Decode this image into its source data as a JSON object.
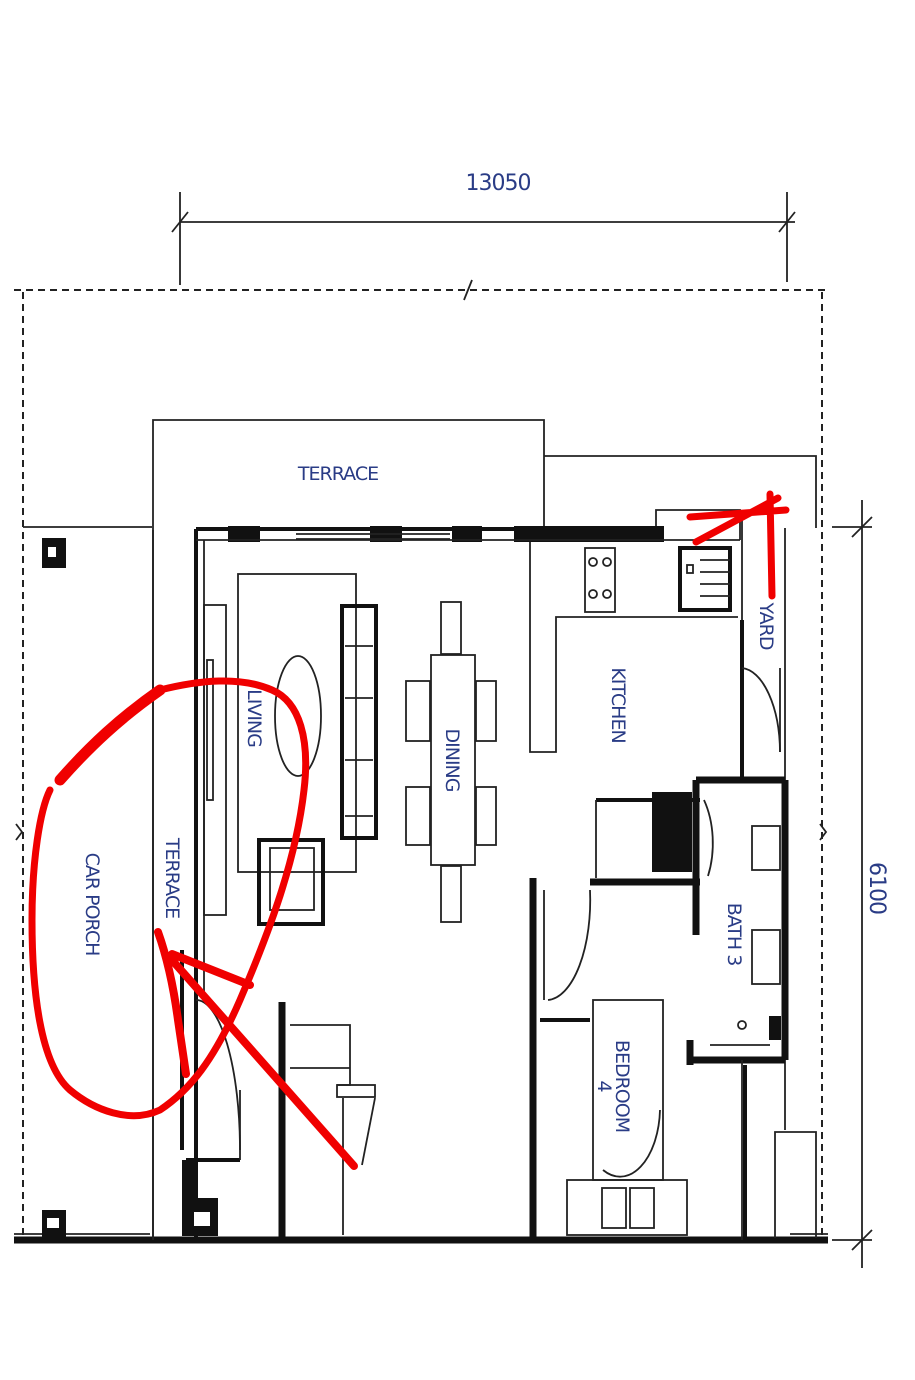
{
  "plan": {
    "dimensions": {
      "width": "13050",
      "depth": "6100"
    },
    "rooms": {
      "terrace_top": "TERRACE",
      "living": "LIVING",
      "dining": "DINING",
      "kitchen": "KITCHEN",
      "yard": "YARD",
      "car_porch": "CAR PORCH",
      "terrace_side": "TERRACE",
      "bath": "BATH 3",
      "bedroom_line1": "BEDROOM",
      "bedroom_line2": "4"
    },
    "colors": {
      "walls": "#111111",
      "labels": "#2a3c86",
      "markup": "#f00000"
    }
  }
}
